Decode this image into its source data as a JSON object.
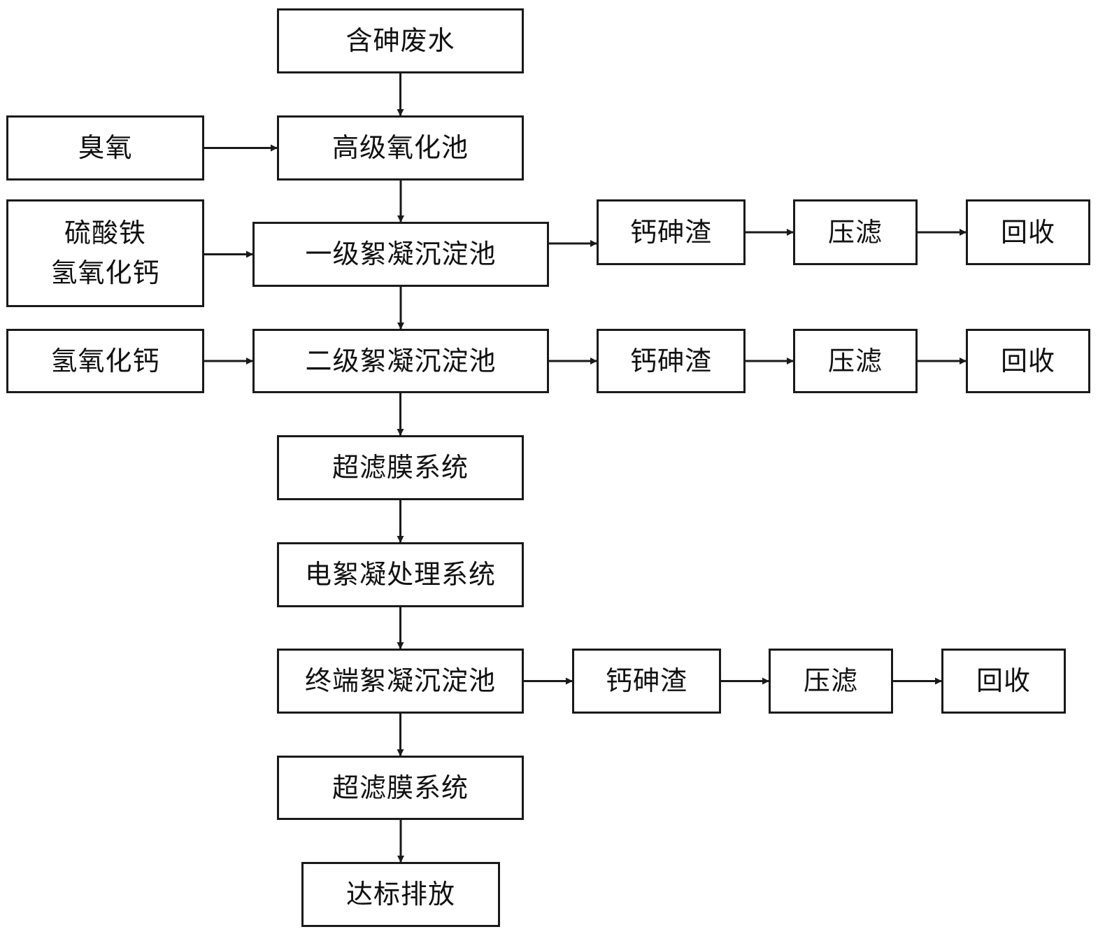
{
  "diagram": {
    "nodes": {
      "wastewater": "含砷废水",
      "ozone": "臭氧",
      "advanced_oxidation": "高级氧化池",
      "reagent1_line1": "硫酸铁",
      "reagent1_line2": "氢氧化钙",
      "primary_flocculation": "一级絮凝沉淀池",
      "slag1": "钙砷渣",
      "filter1": "压滤",
      "recycle1": "回收",
      "reagent2": "氢氧化钙",
      "secondary_flocculation": "二级絮凝沉淀池",
      "slag2": "钙砷渣",
      "filter2": "压滤",
      "recycle2": "回收",
      "ultrafiltration1": "超滤膜系统",
      "electroflocculation": "电絮凝处理系统",
      "terminal_flocculation": "终端絮凝沉淀池",
      "slag3": "钙砷渣",
      "filter3": "压滤",
      "recycle3": "回收",
      "ultrafiltration2": "超滤膜系统",
      "discharge": "达标排放"
    },
    "edges": [
      [
        "wastewater",
        "advanced_oxidation"
      ],
      [
        "ozone",
        "advanced_oxidation"
      ],
      [
        "advanced_oxidation",
        "primary_flocculation"
      ],
      [
        "reagent1",
        "primary_flocculation"
      ],
      [
        "primary_flocculation",
        "slag1"
      ],
      [
        "slag1",
        "filter1"
      ],
      [
        "filter1",
        "recycle1"
      ],
      [
        "primary_flocculation",
        "secondary_flocculation"
      ],
      [
        "reagent2",
        "secondary_flocculation"
      ],
      [
        "secondary_flocculation",
        "slag2"
      ],
      [
        "slag2",
        "filter2"
      ],
      [
        "filter2",
        "recycle2"
      ],
      [
        "secondary_flocculation",
        "ultrafiltration1"
      ],
      [
        "ultrafiltration1",
        "electroflocculation"
      ],
      [
        "electroflocculation",
        "terminal_flocculation"
      ],
      [
        "terminal_flocculation",
        "slag3"
      ],
      [
        "slag3",
        "filter3"
      ],
      [
        "filter3",
        "recycle3"
      ],
      [
        "terminal_flocculation",
        "ultrafiltration2"
      ],
      [
        "ultrafiltration2",
        "discharge"
      ]
    ]
  }
}
